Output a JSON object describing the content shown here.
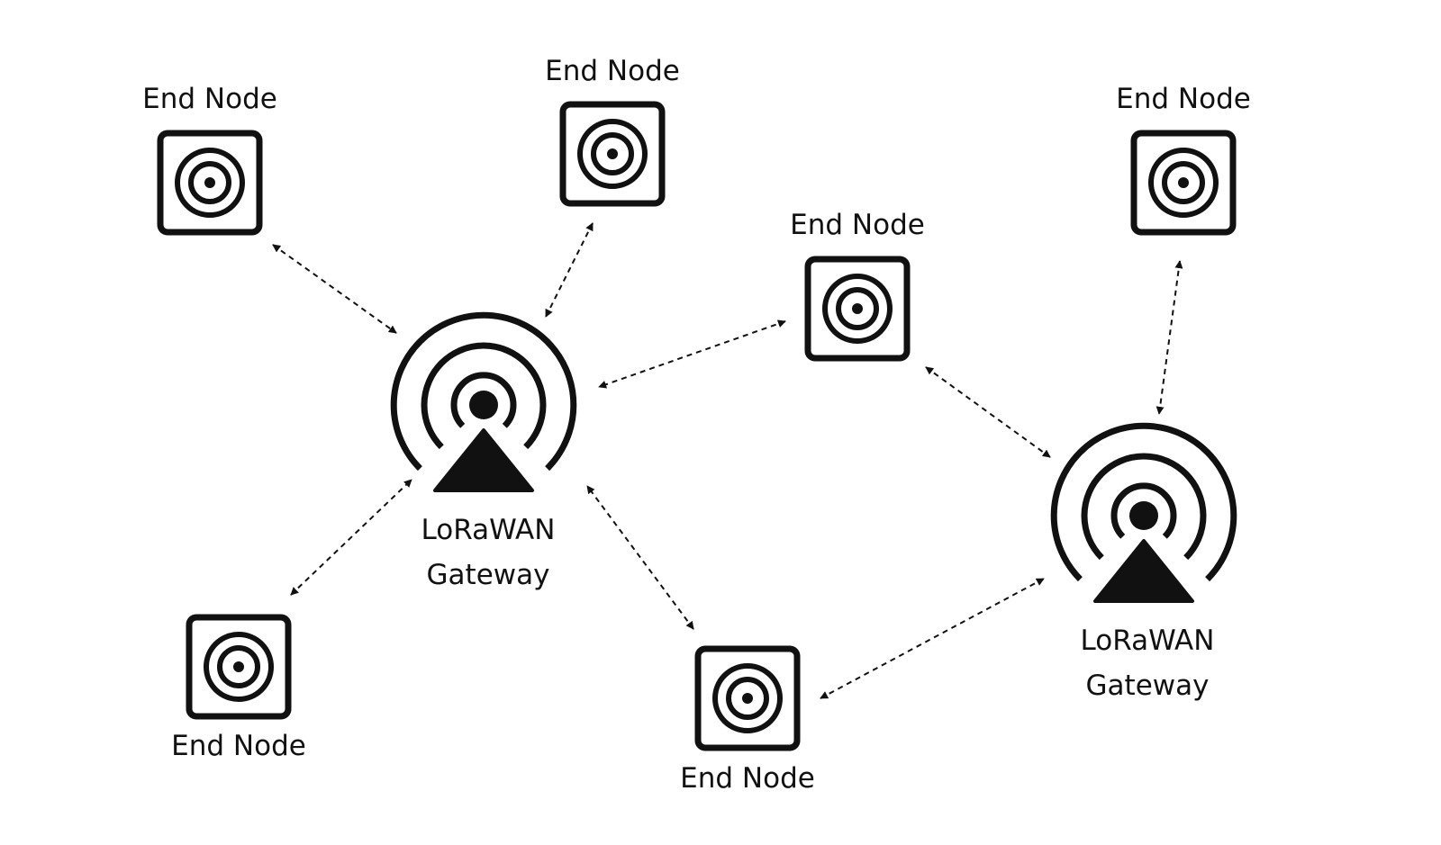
{
  "labels": {
    "end_node": "End Node",
    "gateway_line1": "LoRaWAN",
    "gateway_line2": "Gateway"
  },
  "colors": {
    "ink": "#111111",
    "background": "#ffffff"
  },
  "icons": {
    "end_node": "target-icon",
    "gateway": "radio-tower-icon"
  }
}
